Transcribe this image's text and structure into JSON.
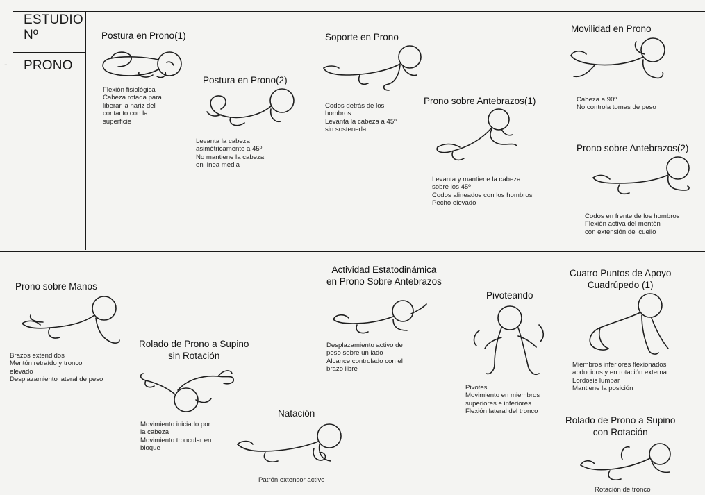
{
  "header": {
    "study_line1": "ESTUDIO",
    "study_line2": "Nº",
    "section": "PRONO",
    "dash": "-"
  },
  "items": [
    {
      "title": [
        "Postura en Prono(1)"
      ],
      "lines": [
        "Flexión fisiológica",
        "Cabeza rotada para",
        "liberar la nariz del",
        "contacto con la",
        "superficie"
      ],
      "icon": "infant-prone-flexed"
    },
    {
      "title": [
        "Postura en Prono(2)"
      ],
      "lines": [
        "Levanta la cabeza",
        "asimétricamente a 45º",
        "No mantiene la cabeza",
        "en línea media"
      ],
      "icon": "infant-prone-curled"
    },
    {
      "title": [
        "Soporte en Prono"
      ],
      "lines": [
        "Codos detrás de los",
        "hombros",
        "Levanta la cabeza a 45º",
        "sin sostenerla"
      ],
      "icon": "infant-prone-support"
    },
    {
      "title": [
        "Prono sobre Antebrazos(1)"
      ],
      "lines": [
        "Levanta y mantiene la cabeza",
        "sobre los 45º",
        "Codos alineados con los hombros",
        "Pecho elevado"
      ],
      "icon": "infant-forearms-1"
    },
    {
      "title": [
        "Movilidad en Prono"
      ],
      "lines": [
        "Cabeza a 90º",
        "No controla tomas de peso"
      ],
      "icon": "infant-prone-mobility"
    },
    {
      "title": [
        "Prono sobre Antebrazos(2)"
      ],
      "lines": [
        "Codos en frente de los hombros",
        "Flexión activa del mentón",
        "con extensión del cuello"
      ],
      "icon": "infant-forearms-2"
    },
    {
      "title": [
        "Prono sobre Manos"
      ],
      "lines": [
        "Brazos extendidos",
        "Mentón retraído y tronco",
        "elevado",
        "Desplazamiento lateral de peso"
      ],
      "icon": "infant-prone-hands"
    },
    {
      "title": [
        "Rolado de Prono a Supino",
        "sin Rotación"
      ],
      "lines": [
        "Movimiento iniciado por",
        "la cabeza",
        "Movimiento troncular en",
        "bloque"
      ],
      "icon": "infant-roll-no-rotation"
    },
    {
      "title": [
        "Actividad Estatodinámica",
        "en Prono Sobre Antebrazos"
      ],
      "lines": [
        "Desplazamiento activo de",
        "peso sobre un lado",
        "Alcance controlado con el",
        "brazo libre"
      ],
      "icon": "infant-reaching"
    },
    {
      "title": [
        "Natación"
      ],
      "lines": [
        "Patrón extensor activo"
      ],
      "icon": "infant-swimming"
    },
    {
      "title": [
        "Pivoteando"
      ],
      "lines": [
        "Pivotes",
        "Movimiento en miembros",
        "superiores e inferiores",
        "Flexión lateral del tronco"
      ],
      "icon": "infant-pivoting"
    },
    {
      "title": [
        "Cuatro Puntos de Apoyo",
        "Cuadrúpedo (1)"
      ],
      "lines": [
        "Miembros inferiores flexionados",
        "abducidos y en rotación externa",
        "Lordosis lumbar",
        "Mantiene la posición"
      ],
      "icon": "infant-quadruped"
    },
    {
      "title": [
        "Rolado de Prono a Supino",
        "con  Rotación"
      ],
      "lines": [
        "Rotación de tronco"
      ],
      "icon": "infant-roll-rotation"
    }
  ]
}
